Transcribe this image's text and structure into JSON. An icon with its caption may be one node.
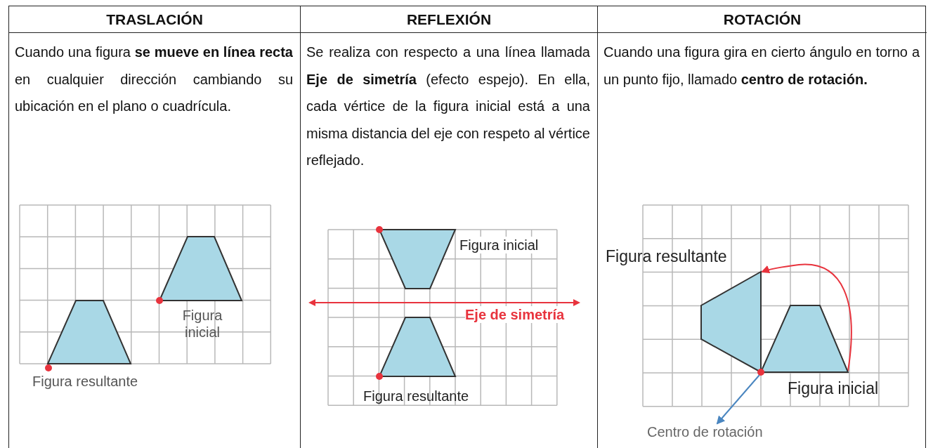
{
  "diagram": {
    "nodes": [
      {
        "text": [],
        "shape": "trapezoid",
        "beside": [
          "Figura inicial"
        ]
      },
      {
        "text": [],
        "shape": "trapezoid",
        "beside": [
          "Figura resultante"
        ]
      },
      {
        "text": [],
        "shape": "circle"
      },
      {
        "text": [
          "Centro de rotación"
        ]
      }
    ],
    "edges": [
      {
        "from": 0,
        "to": 1,
        "arrow": "to",
        "color": "#e8333d"
      },
      {
        "from": 2,
        "to": 3,
        "arrow": "to",
        "color": "#4a86c0"
      }
    ],
    "labels": [
      "TRASLACIÓN",
      "REFLEXIÓN",
      "ROTACIÓN",
      "Cuando una figura **se mueve en línea recta** en cualquier dirección cambiando su ubicación en el plano o cuadrícula.",
      "Se realiza con respecto a una línea llamada **Eje de simetría** (efecto espejo). En ella, cada vértice de la figura inicial está a una misma distancia del eje con respeto al vértice reflejado.",
      "Cuando una figura gira en cierto ángulo en torno a un punto fijo, llamado **centro de rotación.**",
      "Figura inicial",
      "Figura resultante",
      "Figura inicial",
      "Eje de simetría",
      "Figura resultante"
    ]
  }
}
